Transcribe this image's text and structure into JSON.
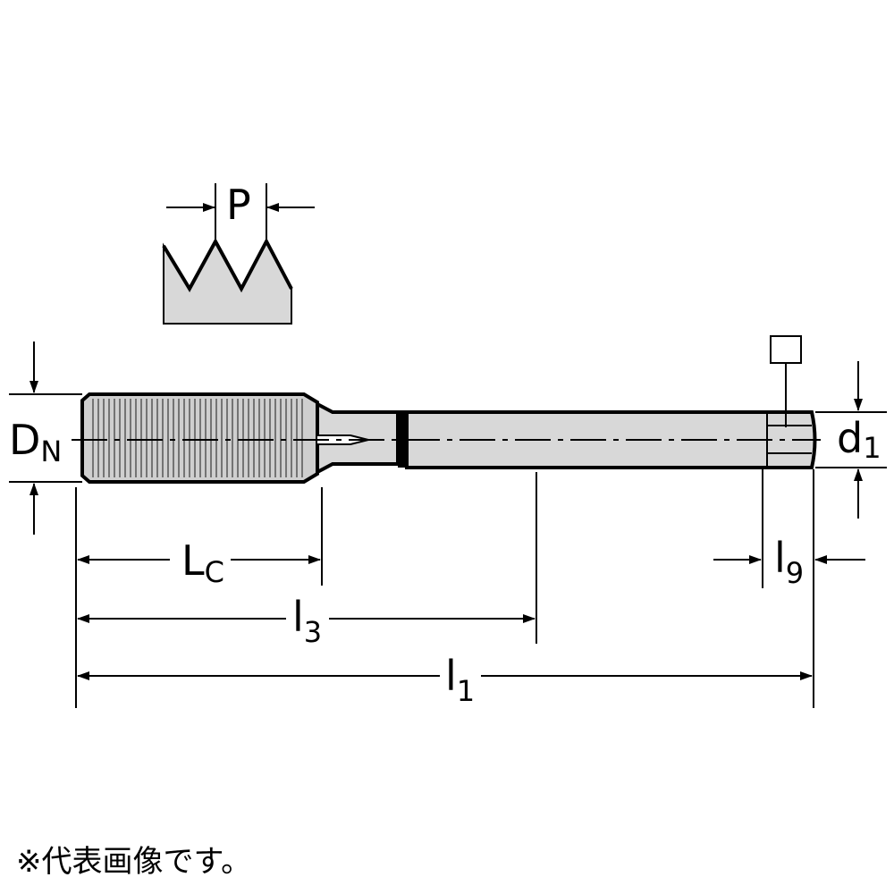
{
  "labels": {
    "pitch": "P",
    "nominal_diameter": {
      "main": "D",
      "sub": "N"
    },
    "shank_diameter": {
      "main": "d",
      "sub": "1"
    },
    "chamfer_length": {
      "main": "L",
      "sub": "C"
    },
    "length_l3": {
      "main": "l",
      "sub": "3"
    },
    "total_length": {
      "main": "l",
      "sub": "1"
    },
    "square_length": {
      "main": "l",
      "sub": "9"
    },
    "square_symbol": "□"
  },
  "caption": "※代表画像です。",
  "colors": {
    "body_fill": "#d8d8d8",
    "outline": "#000000",
    "background": "#ffffff"
  }
}
